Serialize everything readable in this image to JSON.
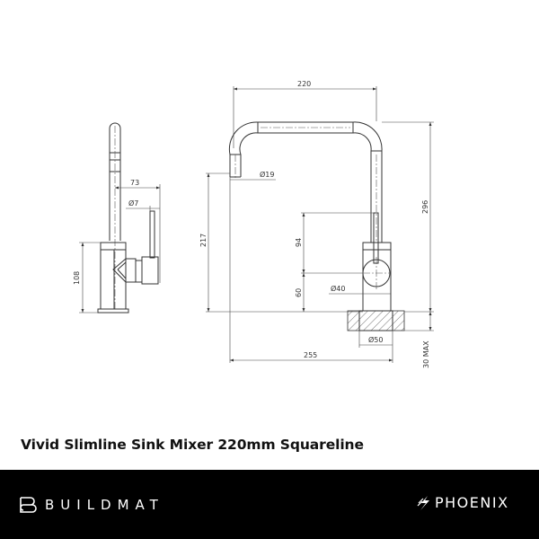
{
  "product": {
    "title": "Vivid Slimline Sink Mixer 220mm Squareline"
  },
  "drawing": {
    "side_view": {
      "dimensions": {
        "handle_reach": "73",
        "handle_diameter": "Ø7",
        "body_height": "108"
      }
    },
    "front_view": {
      "dimensions": {
        "spout_reach": "220",
        "spout_diameter": "Ø19",
        "outlet_height": "217",
        "overall_height": "296",
        "handle_height": "94",
        "lever_axis_height": "60",
        "body_diameter": "Ø40",
        "base_diameter": "Ø50",
        "overall_reach": "255",
        "bench_thickness": "30 MAX"
      }
    }
  },
  "footer": {
    "left_brand": "BUILDMAT",
    "right_brand": "PHOENIX",
    "background": "#000000",
    "text_color": "#ffffff"
  }
}
